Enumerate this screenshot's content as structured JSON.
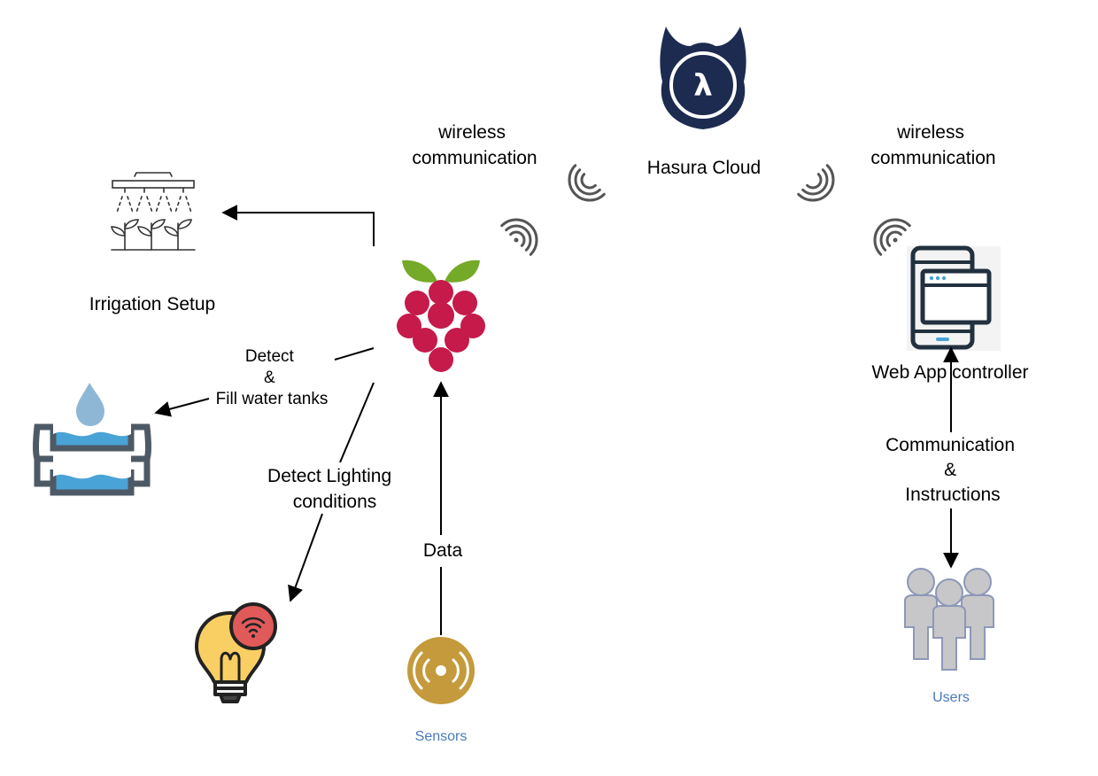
{
  "diagram": {
    "cloud": {
      "lines": [
        "Hasura Cloud"
      ]
    },
    "wireless_left": {
      "lines": [
        "wireless",
        "communication"
      ]
    },
    "wireless_right": {
      "lines": [
        "wireless",
        "communication"
      ]
    },
    "irrigation": {
      "lines": [
        "Irrigation Setup"
      ]
    },
    "water_tanks": {
      "lines": [
        "Detect",
        "&",
        "Fill water tanks"
      ]
    },
    "lighting": {
      "lines": [
        "Detect Lighting",
        "conditions"
      ]
    },
    "data_edge": {
      "lines": [
        "Data"
      ]
    },
    "sensors": {
      "lines": [
        "Sensors"
      ]
    },
    "web_app": {
      "lines": [
        "Web App controller"
      ]
    },
    "comm_edge": {
      "lines": [
        "Communication",
        "&",
        "Instructions"
      ]
    },
    "users": {
      "lines": [
        "Users"
      ]
    }
  },
  "colors": {
    "hasura_navy": "#1c2b4f",
    "raspberry_red": "#c51a4a",
    "raspberry_green": "#75a928",
    "water_blue": "#4aa3d6",
    "tank_gray": "#4d5a66",
    "bulb_yellow": "#f9cf64",
    "wifi_badge_red": "#e05a5a",
    "sensor_gold": "#c49a3c",
    "users_gray": "#c7c7c9",
    "label_blue": "#4a7ab8"
  },
  "icons": [
    "hasura-logo-icon",
    "wifi-signal-icon",
    "irrigation-sprinkler-icon",
    "raspberry-pi-icon",
    "water-tank-icon",
    "smart-bulb-icon",
    "sensor-icon",
    "mobile-web-app-icon",
    "users-group-icon"
  ]
}
